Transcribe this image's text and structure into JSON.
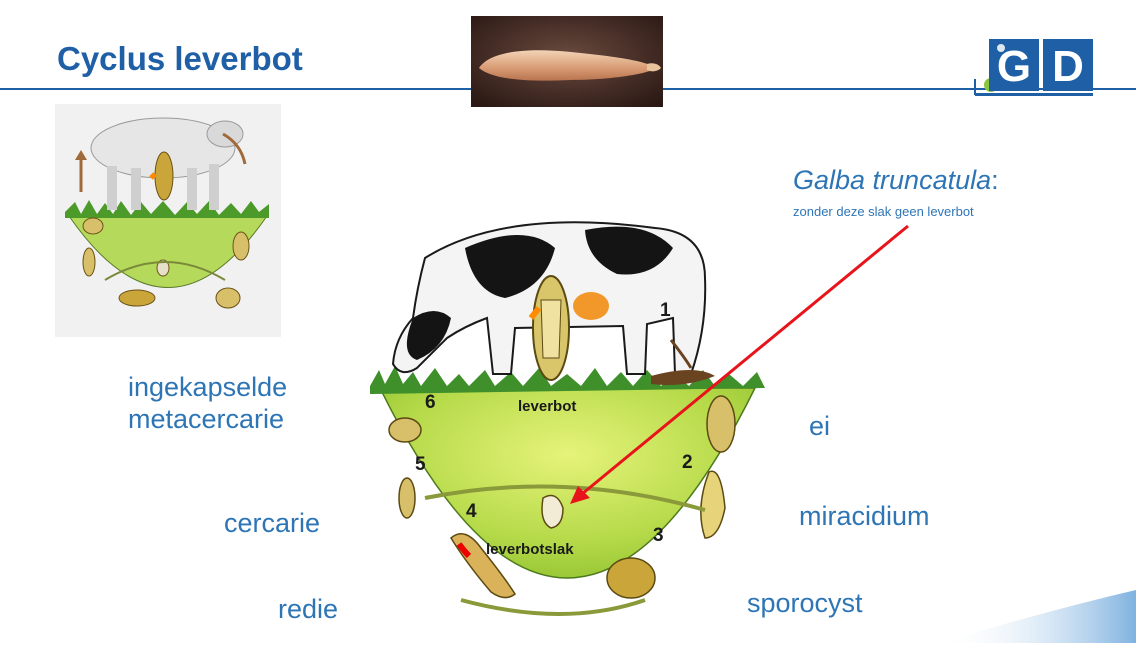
{
  "slide": {
    "title": "Cyclus leverbot",
    "logo_text": "GD",
    "galba_species": "Galba truncatula",
    "galba_colon": ":",
    "galba_note": "zonder deze slak geen leverbot"
  },
  "stage_labels": {
    "metacercarie_line1": "ingekapselde",
    "metacercarie_line2": "metacercarie",
    "cercarie": "cercarie",
    "redie": "redie",
    "ei": "ei",
    "miracidium": "miracidium",
    "sporocyst": "sporocyst"
  },
  "diagram": {
    "numbers": [
      "1",
      "2",
      "3",
      "4",
      "5",
      "6"
    ],
    "leverbot": "leverbot",
    "leverbotslak": "leverbotslak"
  },
  "colors": {
    "title_blue": "#1f5fa6",
    "label_blue": "#2e75b6",
    "arrow_red": "#e8141b",
    "grass_green": "#a8d13e"
  }
}
